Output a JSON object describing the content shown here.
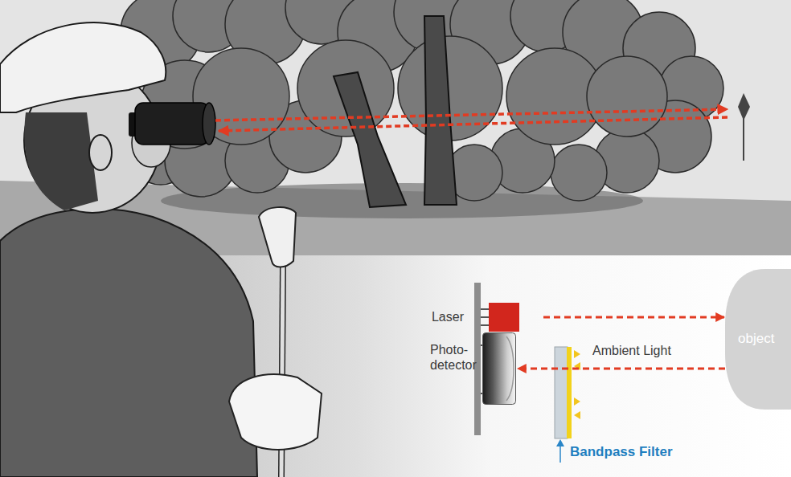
{
  "diagram": {
    "nodes": [
      {
        "text": [
          "Laser"
        ]
      },
      {
        "text": [
          "Photo- detector"
        ]
      },
      {
        "text": [
          "object"
        ]
      }
    ],
    "edges": [
      {
        "from": 0,
        "to": 2,
        "arrow": "to"
      },
      {
        "from": 2,
        "to": 1,
        "arrow": "to"
      }
    ],
    "labels": [
      "Ambient Light",
      "Bandpass Filter"
    ]
  }
}
